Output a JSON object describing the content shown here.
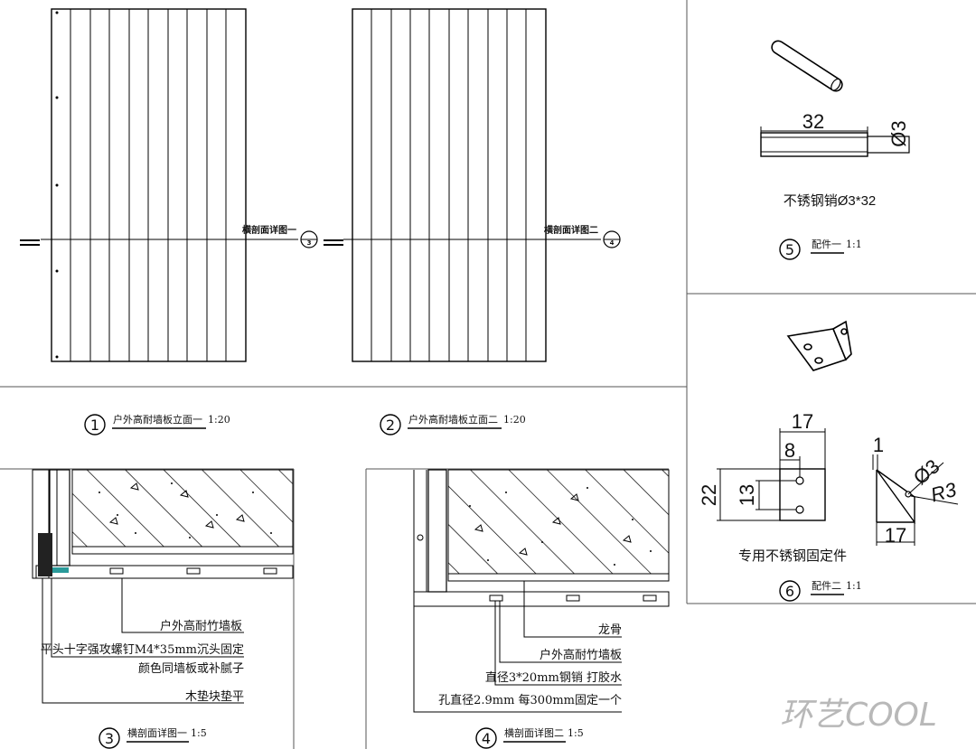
{
  "elevations": {
    "section_label_1": "横剖面详图一",
    "section_marker_1": "3",
    "section_label_2": "横剖面详图二",
    "section_marker_2": "4",
    "title_1": {
      "number": "1",
      "text": "户外高耐墙板立面一",
      "scale": "1:20"
    },
    "title_2": {
      "number": "2",
      "text": "户外高耐墙板立面二",
      "scale": "1:20"
    }
  },
  "detail_3": {
    "title": {
      "number": "3",
      "text": "横剖面详图一",
      "scale": "1:5"
    },
    "labels": [
      "户外高耐竹墙板",
      "平头十字强攻螺钉M4*35mm沉头固定",
      "颜色同墙板或补腻子",
      "木垫块垫平"
    ]
  },
  "detail_4": {
    "title": {
      "number": "4",
      "text": "横剖面详图二",
      "scale": "1:5"
    },
    "labels": [
      "龙骨",
      "户外高耐竹墙板",
      "直径3*20mm钢销 打胶水",
      "孔直径2.9mm 每300mm固定一个"
    ]
  },
  "detail_5": {
    "dim_length": "32",
    "dim_diameter": "Ø3",
    "caption": "不锈钢销Ø3*32",
    "title": {
      "number": "5",
      "text": "配件一",
      "scale": "1:1"
    }
  },
  "detail_6": {
    "dim_17_top": "17",
    "dim_8": "8",
    "dim_22": "22",
    "dim_13": "13",
    "dim_1": "1",
    "dim_phi3": "Ø3",
    "dim_r3": "R3",
    "dim_17_side": "17",
    "caption": "专用不锈钢固定件",
    "title": {
      "number": "6",
      "text": "配件二",
      "scale": "1:1"
    }
  },
  "watermark": "环艺COOL"
}
